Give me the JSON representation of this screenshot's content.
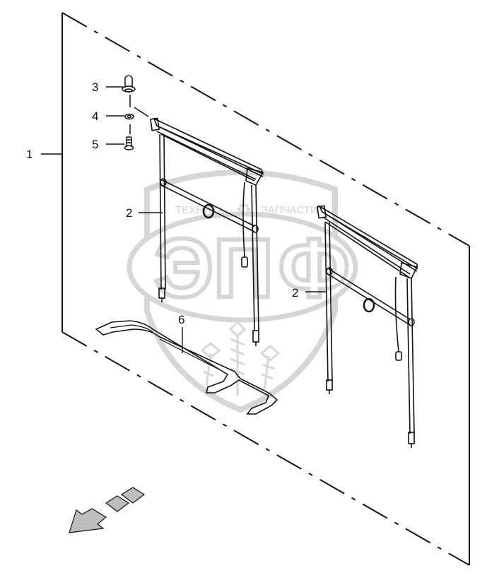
{
  "watermark": {
    "left_word": "ТЕХНИКА",
    "right_word": "ЗАПЧАСТИ",
    "letters": [
      "Э",
      "П",
      "Ф"
    ],
    "color": "#d6d6d6"
  },
  "callouts": [
    {
      "id": "callout-1",
      "label": "1"
    },
    {
      "id": "callout-2a",
      "label": "2"
    },
    {
      "id": "callout-2b",
      "label": "2"
    },
    {
      "id": "callout-3",
      "label": "3"
    },
    {
      "id": "callout-4",
      "label": "4"
    },
    {
      "id": "callout-5",
      "label": "5"
    },
    {
      "id": "callout-6",
      "label": "6"
    }
  ],
  "colors": {
    "line": "#111111",
    "arrow_fill": "#bdbdbd"
  },
  "icons": [
    "watermark-shield-icon",
    "gear-icon",
    "direction-arrow-icon"
  ]
}
